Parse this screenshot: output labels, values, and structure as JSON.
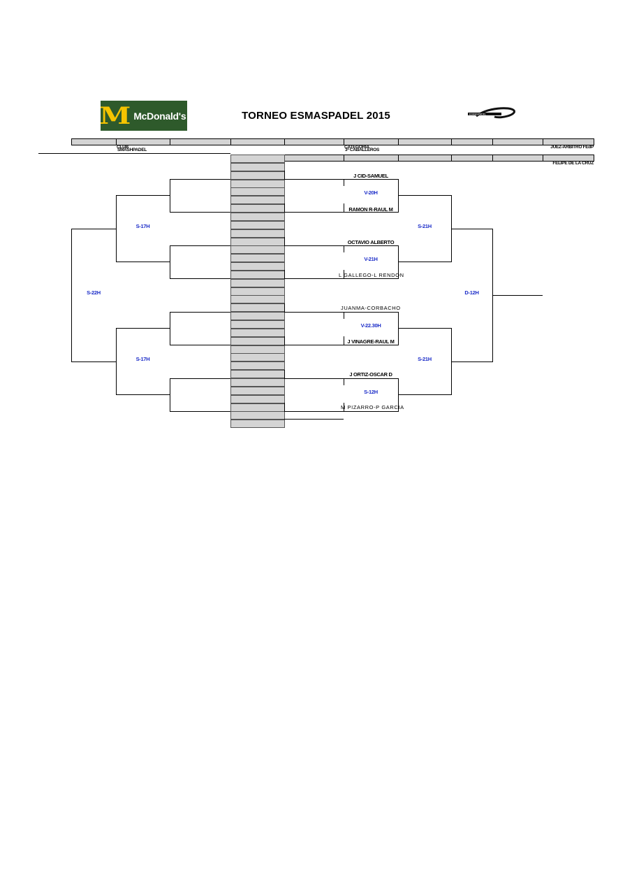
{
  "header": {
    "title": "TORNEO ESMASPADEL 2015",
    "left_logo": {
      "brand": "McDonald's",
      "arches": "M"
    },
    "right_logo": {
      "text": "ESMASPADEL"
    },
    "club_label": "CLUB",
    "club_value": "SMASHPADEL",
    "category_label": "CATEGORIA",
    "category_value": "3ª CABALLEROS",
    "referee_label": "JUEZ-ARBITRO FEdP",
    "referee_value": "FELIPE DE LA CRUZ"
  },
  "teams": {
    "t1": "J CID-SAMUEL",
    "t2": "RAMON R-RAUL M",
    "t3": "OCTAVIO ALBERTO",
    "t4": "L GALLEGO-L RENDON",
    "t5": "JUANMA-CORBACHO",
    "t6": "J VINAGRE-RAUL M",
    "t7": "J ORTIZ-OSCAR D",
    "t8": "M PIZARRO-P GARCIA"
  },
  "times": {
    "r1_a": "V-20H",
    "r1_b": "V-21H",
    "r1_c": "V-22.30H",
    "r1_d": "S-12H",
    "qf_right_top": "S-21H",
    "qf_right_bottom": "S-21H",
    "final_right": "D-12H",
    "left_top": "S-17H",
    "left_bottom": "S-17H",
    "left_final": "S-22H"
  },
  "colors": {
    "time_text": "#1b2cc8",
    "logo_green": "#2e5a2b",
    "logo_yellow": "#f5c400",
    "cell_gray": "#d4d4d4"
  }
}
